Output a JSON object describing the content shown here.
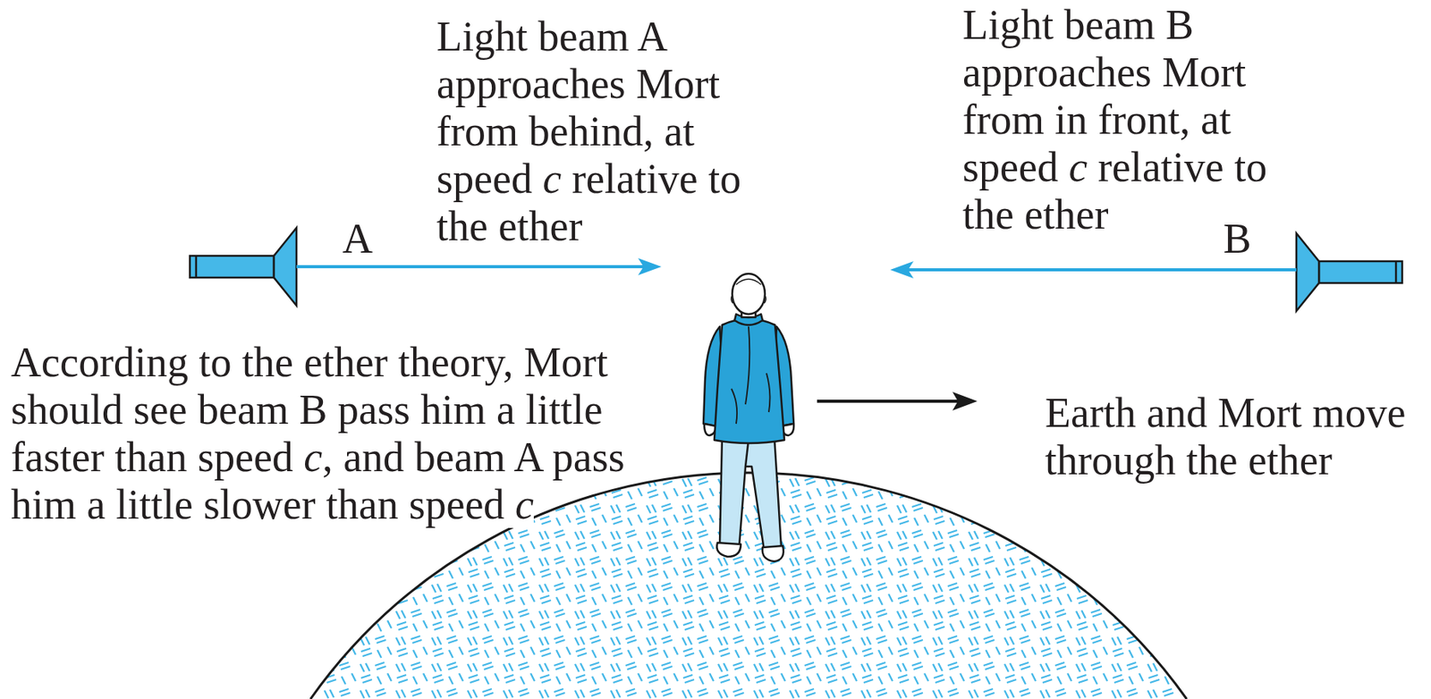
{
  "diagram": {
    "labels": [
      "Light beam A approaches Mort from behind, at speed c relative to the ether",
      "A",
      "Light beam B approaches Mort from in front, at speed c relative to the ether",
      "B",
      "According to the ether theory, Mort should see beam B pass him a little faster than speed c, and beam A pass him a little slower than speed c",
      "Earth and Mort move through the ether"
    ]
  }
}
